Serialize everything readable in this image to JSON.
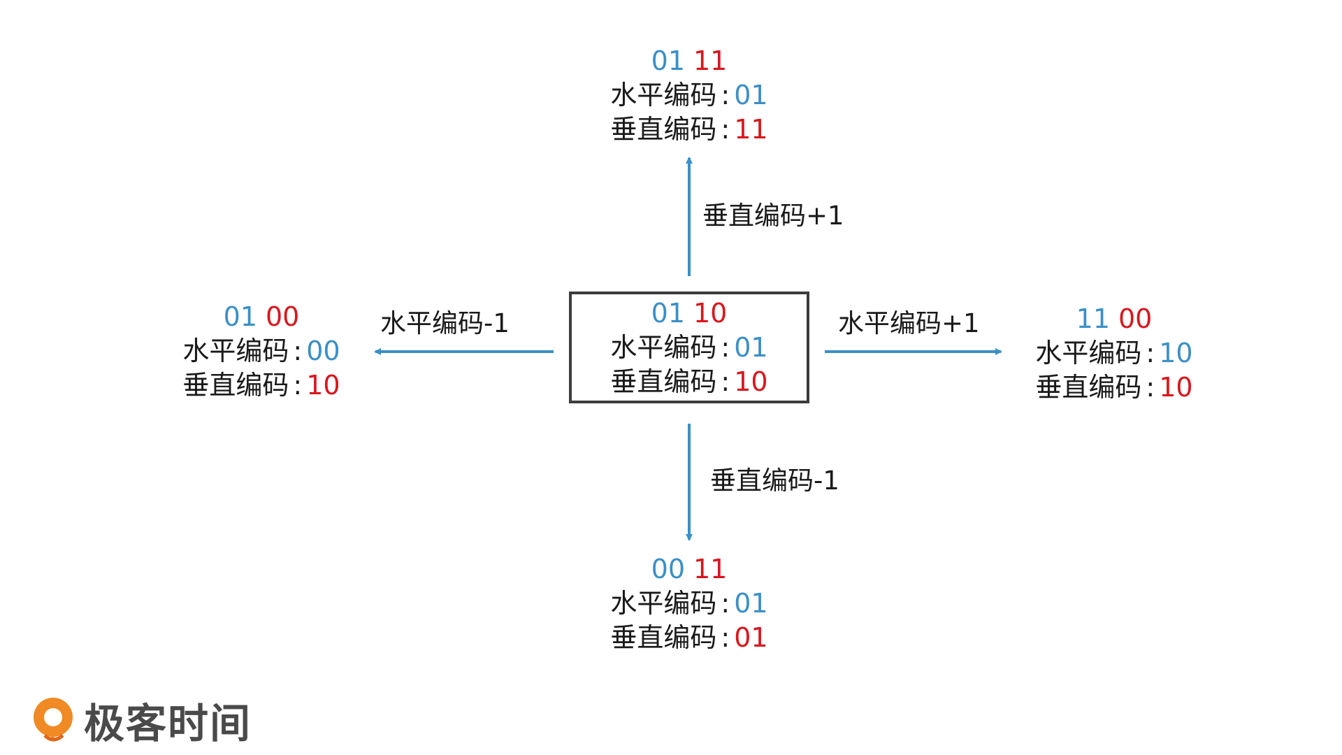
{
  "nodes": {
    "top": {
      "code_h": "01",
      "code_v": "11",
      "h_label": "水平编码",
      "h_value": "01",
      "v_label": "垂直编码",
      "v_value": "11"
    },
    "left": {
      "code_h": "01",
      "code_v": "00",
      "h_label": "水平编码",
      "h_value": "00",
      "v_label": "垂直编码",
      "v_value": "10"
    },
    "center": {
      "code_h": "01",
      "code_v": "10",
      "h_label": "水平编码",
      "h_value": "01",
      "v_label": "垂直编码",
      "v_value": "10"
    },
    "right": {
      "code_h": "11",
      "code_v": "00",
      "h_label": "水平编码",
      "h_value": "10",
      "v_label": "垂直编码",
      "v_value": "10"
    },
    "bottom": {
      "code_h": "00",
      "code_v": "11",
      "h_label": "水平编码",
      "h_value": "01",
      "v_label": "垂直编码",
      "v_value": "01"
    }
  },
  "separator": ":",
  "edges": {
    "up": "垂直编码+1",
    "down": "垂直编码-1",
    "left": "水平编码-1",
    "right": "水平编码+1"
  },
  "colors": {
    "horizontal": "#3b8fc6",
    "vertical": "#d9161c",
    "arrow": "#3b8fc6",
    "box_border": "#3c3c3c",
    "logo_orange": "#f08a24"
  },
  "brand": {
    "name": "极客时间",
    "icon": "geektime-logo-icon"
  }
}
